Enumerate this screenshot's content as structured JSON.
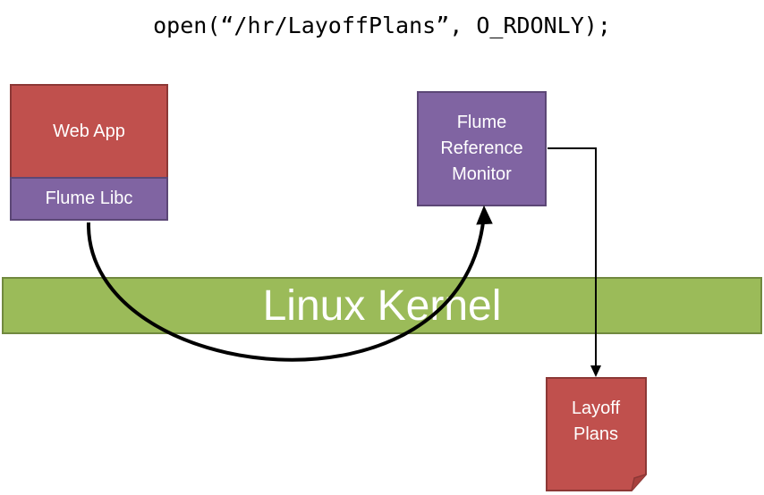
{
  "code_call": "open(“/hr/LayoffPlans”, O_RDONLY);",
  "boxes": {
    "web_app": "Web App",
    "flume_libc": "Flume Libc",
    "flume_reference_monitor": "Flume\nReference\nMonitor",
    "linux_kernel": "Linux Kernel",
    "layoff_plans": "Layoff\nPlans"
  },
  "colors": {
    "red_box": "#c0504d",
    "purple_box": "#8064a2",
    "green_bar": "#9bbb59",
    "arrow": "#000000"
  }
}
